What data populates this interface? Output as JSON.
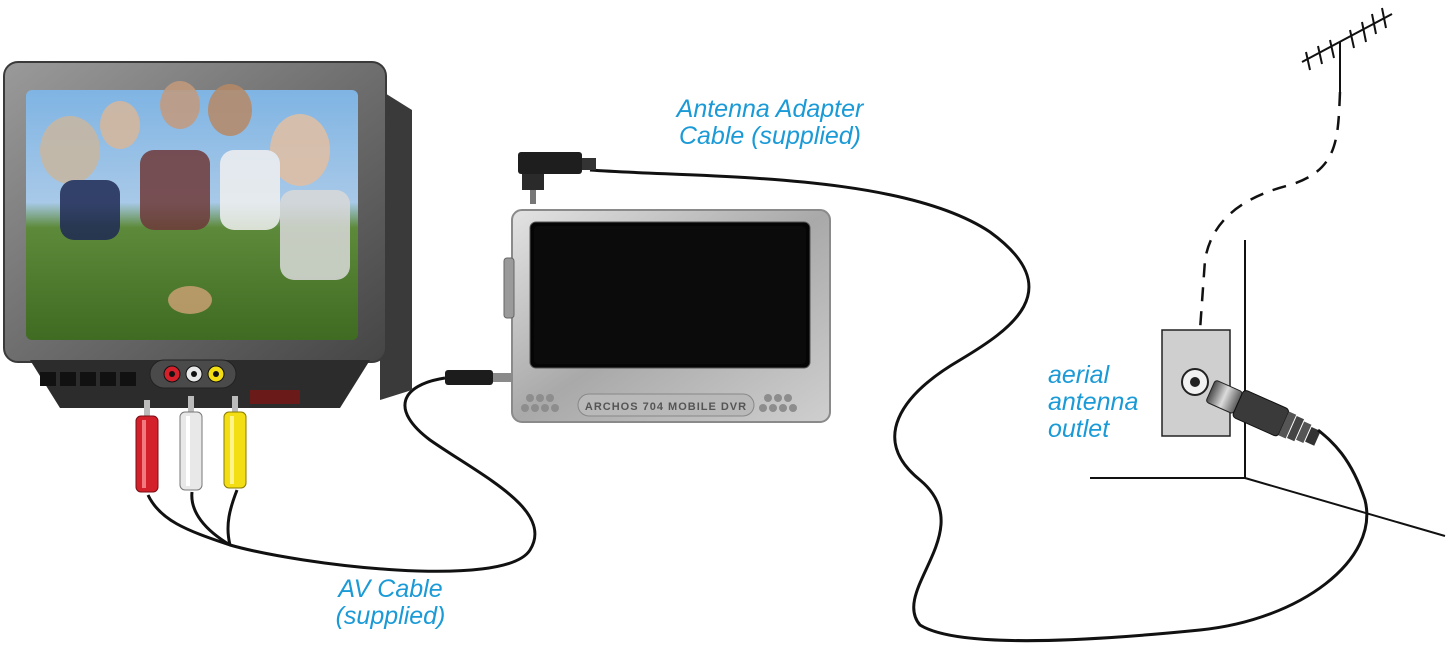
{
  "labels": {
    "antenna_adapter": {
      "line1": "Antenna Adapter",
      "line2": "Cable (supplied)"
    },
    "av_cable": {
      "line1": "AV Cable",
      "line2": "(supplied)"
    },
    "aerial_outlet": {
      "line1": "aerial",
      "line2": "antenna",
      "line3": "outlet"
    }
  },
  "device": {
    "brand_text": "ARCHOS 704 MOBILE DVR"
  },
  "colors": {
    "label_blue": "#1a9ad6",
    "rca_red": "#d3202a",
    "rca_white": "#e8e8e8",
    "rca_yellow": "#f2de13",
    "cable": "#111111"
  }
}
